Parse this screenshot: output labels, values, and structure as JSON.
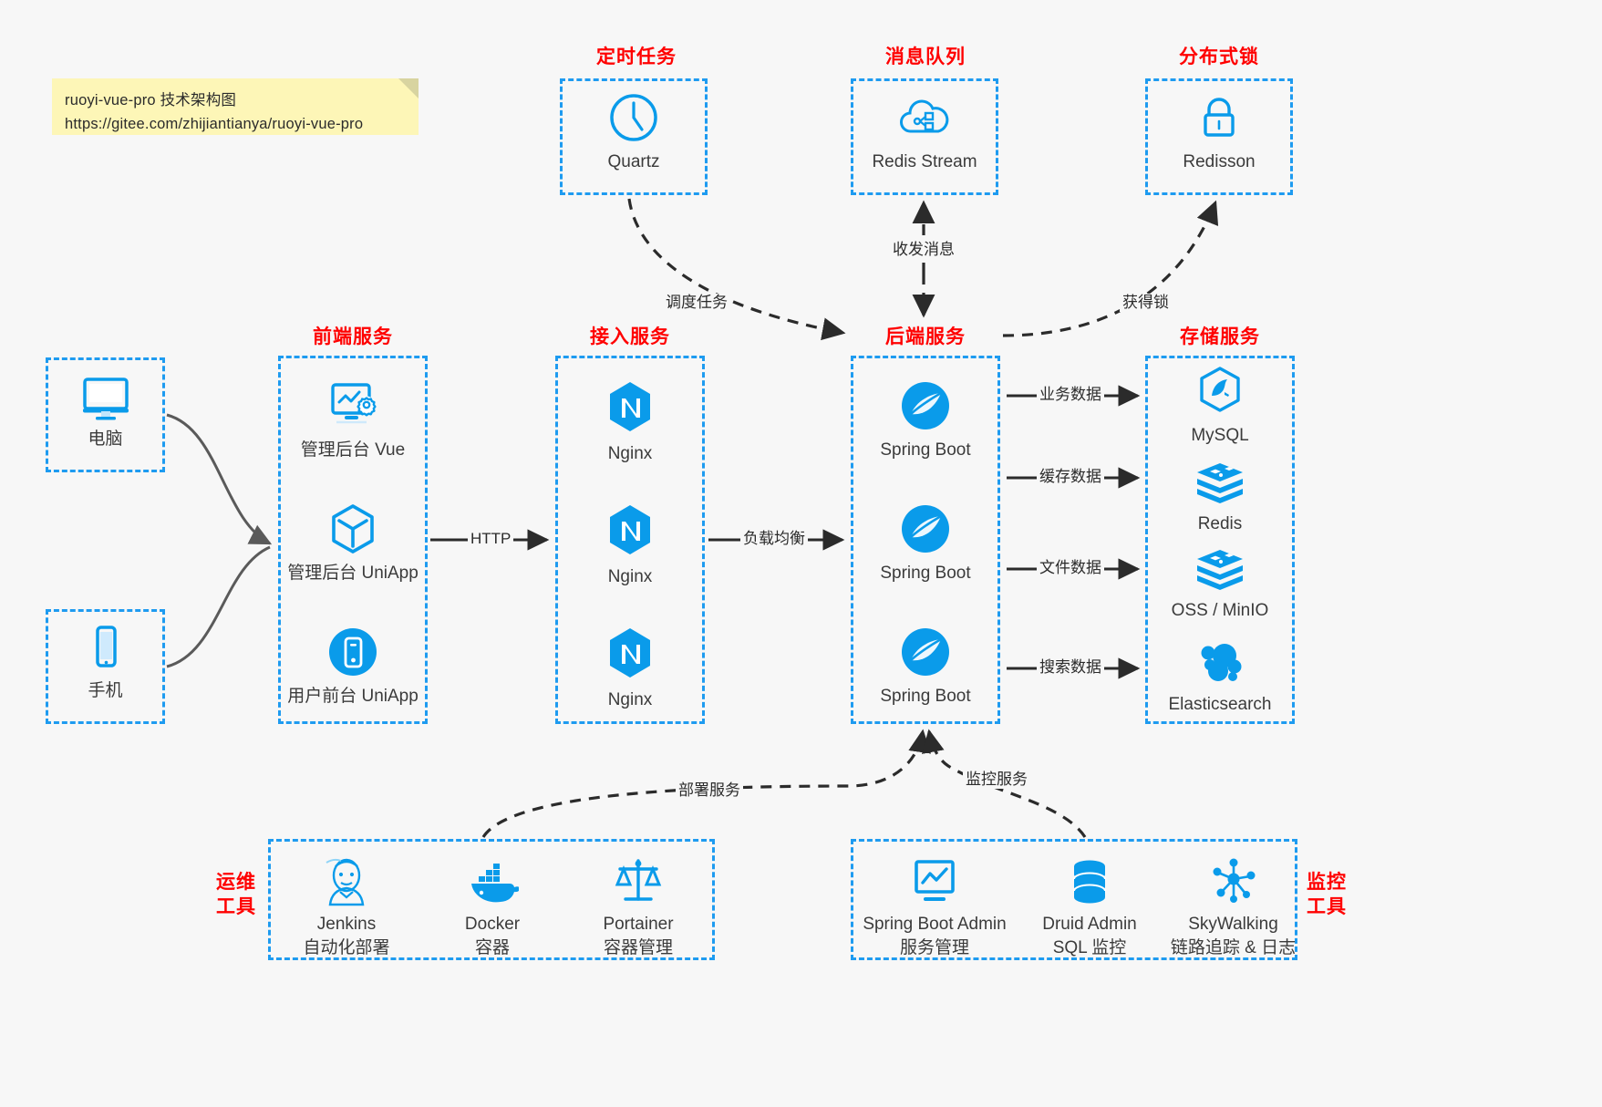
{
  "note": {
    "line1": "ruoyi-vue-pro 技术架构图",
    "line2": "https://gitee.com/zhijiantianya/ruoyi-vue-pro"
  },
  "colors": {
    "accent_blue": "#1e9bf0",
    "icon_blue": "#0a9bea",
    "title_red": "#ff0000",
    "background": "#f7f7f7",
    "note_yellow": "#fdf6b7",
    "arrow_dark": "#2b2b2b",
    "arrow_gray": "#5a5a5a"
  },
  "groups": {
    "scheduled_task": {
      "title": "定时任务"
    },
    "message_queue": {
      "title": "消息队列"
    },
    "distributed_lock": {
      "title": "分布式锁"
    },
    "frontend": {
      "title": "前端服务"
    },
    "gateway": {
      "title": "接入服务"
    },
    "backend": {
      "title": "后端服务"
    },
    "storage": {
      "title": "存储服务"
    },
    "devops": {
      "title_line1": "运维",
      "title_line2": "工具"
    },
    "monitor": {
      "title_line1": "监控",
      "title_line2": "工具"
    }
  },
  "clients": [
    {
      "icon": "desktop-computer-icon",
      "label": "电脑"
    },
    {
      "icon": "mobile-phone-icon",
      "label": "手机"
    }
  ],
  "scheduled_task_nodes": [
    {
      "icon": "clock-icon",
      "label": "Quartz"
    }
  ],
  "message_queue_nodes": [
    {
      "icon": "cloud-stream-icon",
      "label": "Redis Stream"
    }
  ],
  "distributed_lock_nodes": [
    {
      "icon": "lock-icon",
      "label": "Redisson"
    }
  ],
  "frontend_nodes": [
    {
      "icon": "dashboard-gear-icon",
      "label": "管理后台 Vue"
    },
    {
      "icon": "cube-icon",
      "label": "管理后台 UniApp"
    },
    {
      "icon": "mobile-app-icon",
      "label": "用户前台 UniApp"
    }
  ],
  "gateway_nodes": [
    {
      "icon": "nginx-icon",
      "label": "Nginx"
    },
    {
      "icon": "nginx-icon",
      "label": "Nginx"
    },
    {
      "icon": "nginx-icon",
      "label": "Nginx"
    }
  ],
  "backend_nodes": [
    {
      "icon": "spring-boot-icon",
      "label": "Spring Boot"
    },
    {
      "icon": "spring-boot-icon",
      "label": "Spring Boot"
    },
    {
      "icon": "spring-boot-icon",
      "label": "Spring Boot"
    }
  ],
  "storage_nodes": [
    {
      "icon": "mysql-icon",
      "label": "MySQL"
    },
    {
      "icon": "redis-icon",
      "label": "Redis"
    },
    {
      "icon": "oss-minio-icon",
      "label": "OSS / MinIO"
    },
    {
      "icon": "elasticsearch-icon",
      "label": "Elasticsearch"
    }
  ],
  "devops_nodes": [
    {
      "icon": "jenkins-icon",
      "label": "Jenkins",
      "sublabel": "自动化部署"
    },
    {
      "icon": "docker-icon",
      "label": "Docker",
      "sublabel": "容器"
    },
    {
      "icon": "portainer-icon",
      "label": "Portainer",
      "sublabel": "容器管理"
    }
  ],
  "monitor_nodes": [
    {
      "icon": "spring-boot-admin-icon",
      "label": "Spring Boot Admin",
      "sublabel": "服务管理"
    },
    {
      "icon": "database-icon",
      "label": "Druid Admin",
      "sublabel": "SQL 监控"
    },
    {
      "icon": "skywalking-icon",
      "label": "SkyWalking",
      "sublabel": "链路追踪 & 日志"
    }
  ],
  "edges": [
    {
      "id": "http",
      "label": "HTTP"
    },
    {
      "id": "load-balance",
      "label": "负载均衡"
    },
    {
      "id": "schedule-task",
      "label": "调度任务"
    },
    {
      "id": "send-receive-message",
      "label": "收发消息"
    },
    {
      "id": "acquire-lock",
      "label": "获得锁"
    },
    {
      "id": "business-data",
      "label": "业务数据"
    },
    {
      "id": "cache-data",
      "label": "缓存数据"
    },
    {
      "id": "file-data",
      "label": "文件数据"
    },
    {
      "id": "search-data",
      "label": "搜索数据"
    },
    {
      "id": "deploy-service",
      "label": "部署服务"
    },
    {
      "id": "monitor-service",
      "label": "监控服务"
    }
  ]
}
